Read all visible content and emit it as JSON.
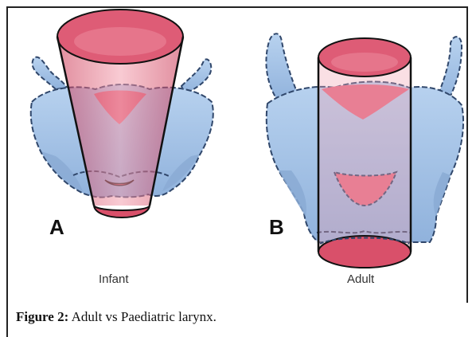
{
  "figure": {
    "panels": [
      {
        "label": "A",
        "sublabel": "Infant"
      },
      {
        "label": "B",
        "sublabel": "Adult"
      }
    ],
    "caption_prefix": "Figure 2:",
    "caption_text": " Adult vs Paediatric larynx."
  },
  "colors": {
    "tissue_fill": "#a9c7ea",
    "tissue_dark": "#7fa2cf",
    "tissue_outline": "#30476b",
    "airway_red": "#d9506a",
    "airway_light": "#f09aa9",
    "airway_outline": "#111111"
  }
}
